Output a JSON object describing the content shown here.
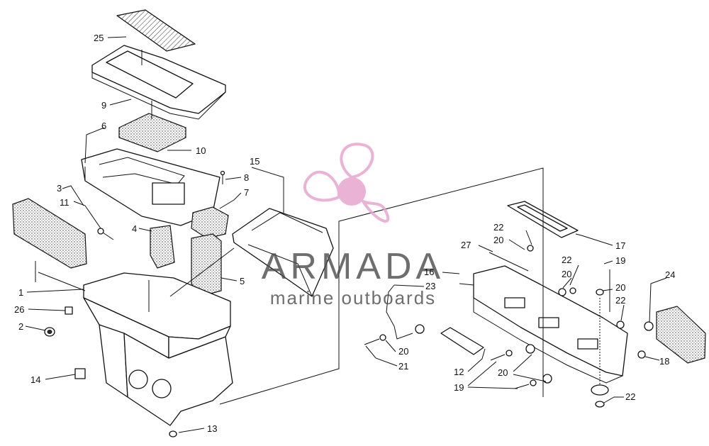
{
  "callouts": [
    {
      "id": "c25",
      "text": "25"
    },
    {
      "id": "c9",
      "text": "9"
    },
    {
      "id": "c6",
      "text": "6"
    },
    {
      "id": "c10",
      "text": "10"
    },
    {
      "id": "c15",
      "text": "15"
    },
    {
      "id": "c8",
      "text": "8"
    },
    {
      "id": "c7",
      "text": "7"
    },
    {
      "id": "c3",
      "text": "3"
    },
    {
      "id": "c11",
      "text": "11"
    },
    {
      "id": "c4",
      "text": "4"
    },
    {
      "id": "c5",
      "text": "5"
    },
    {
      "id": "c1",
      "text": "1"
    },
    {
      "id": "c26",
      "text": "26"
    },
    {
      "id": "c2",
      "text": "2"
    },
    {
      "id": "c14",
      "text": "14"
    },
    {
      "id": "c13",
      "text": "13"
    },
    {
      "id": "c17",
      "text": "17"
    },
    {
      "id": "c22a",
      "text": "22"
    },
    {
      "id": "c20a",
      "text": "20"
    },
    {
      "id": "c27",
      "text": "27"
    },
    {
      "id": "c16",
      "text": "16"
    },
    {
      "id": "c23",
      "text": "23"
    },
    {
      "id": "c22b",
      "text": "22"
    },
    {
      "id": "c20b",
      "text": "20"
    },
    {
      "id": "c19a",
      "text": "19"
    },
    {
      "id": "c20c",
      "text": "20"
    },
    {
      "id": "c22c",
      "text": "22"
    },
    {
      "id": "c24",
      "text": "24"
    },
    {
      "id": "c18",
      "text": "18"
    },
    {
      "id": "c20d",
      "text": "20"
    },
    {
      "id": "c21",
      "text": "21"
    },
    {
      "id": "c12",
      "text": "12"
    },
    {
      "id": "c20e",
      "text": "20"
    },
    {
      "id": "c19b",
      "text": "19"
    },
    {
      "id": "c22d",
      "text": "22"
    }
  ],
  "watermark": {
    "brand": "ARMADA",
    "tagline": "marine outboards",
    "logo_color": "#e7a6cf"
  }
}
